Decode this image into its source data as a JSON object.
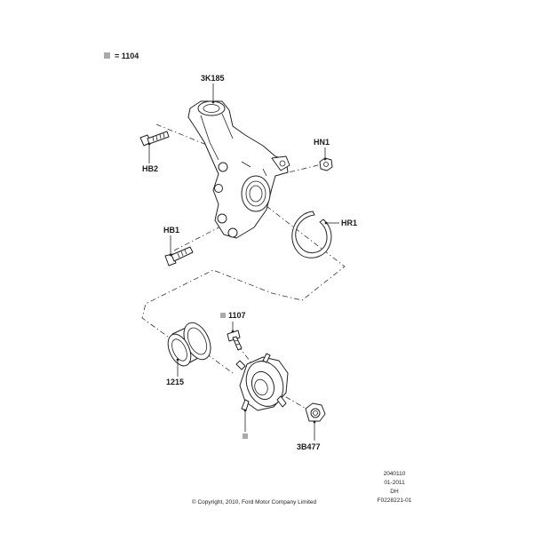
{
  "legend": {
    "equals_text": "= 1104"
  },
  "labels": {
    "knuckle": "3K185",
    "bolt_upper": "HB2",
    "nut": "HN1",
    "bolt_lower": "HB1",
    "retaining_ring": "HR1",
    "wheel_stud": "1107",
    "bearing": "1215",
    "hub_nut": "3B477"
  },
  "footer": {
    "copyright": "© Copyright, 2010, Ford Motor Company Limited",
    "ref_lines": [
      "2040110",
      "01-2011",
      "DH",
      "F0228221-01"
    ]
  },
  "colors": {
    "marker_square": "#aaaaaa",
    "line": "#222222"
  }
}
